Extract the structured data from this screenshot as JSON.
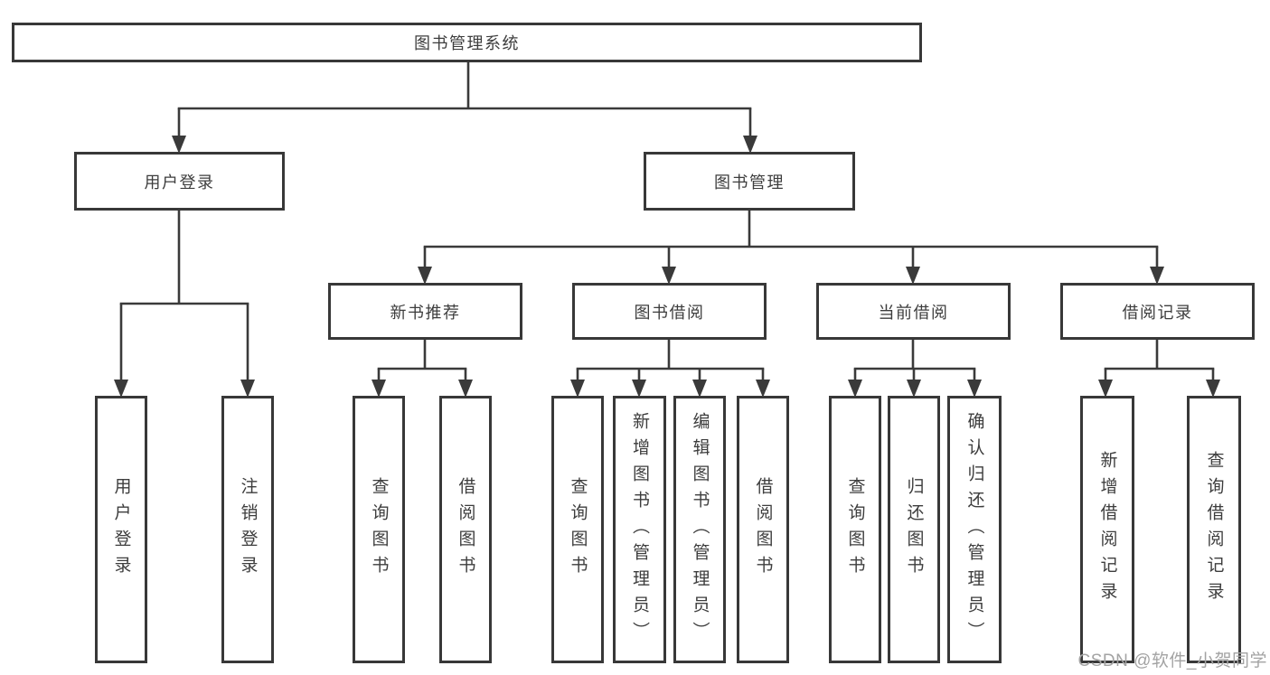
{
  "tree": {
    "root": "图书管理系统",
    "branches": [
      {
        "label": "用户登录",
        "children": [
          {
            "label": "用户登录"
          },
          {
            "label": "注销登录"
          }
        ]
      },
      {
        "label": "图书管理",
        "children": [
          {
            "label": "新书推荐",
            "children": [
              {
                "label": "查询图书"
              },
              {
                "label": "借阅图书"
              }
            ]
          },
          {
            "label": "图书借阅",
            "children": [
              {
                "label": "查询图书"
              },
              {
                "label": "新增图书（管理员）"
              },
              {
                "label": "编辑图书（管理员）"
              },
              {
                "label": "借阅图书"
              }
            ]
          },
          {
            "label": "当前借阅",
            "children": [
              {
                "label": "查询图书"
              },
              {
                "label": "归还图书"
              },
              {
                "label": "确认归还（管理员）"
              }
            ]
          },
          {
            "label": "借阅记录",
            "children": [
              {
                "label": "新增借阅记录"
              },
              {
                "label": "查询借阅记录"
              }
            ]
          }
        ]
      }
    ]
  },
  "watermark": {
    "text": "CSDN @软件_小贺同学"
  },
  "colors": {
    "line": "#3a3a3a",
    "box_border": "#383838",
    "box_fill": "#ffffff",
    "text": "#3d3d3d",
    "watermark": "#a3a3a3"
  }
}
